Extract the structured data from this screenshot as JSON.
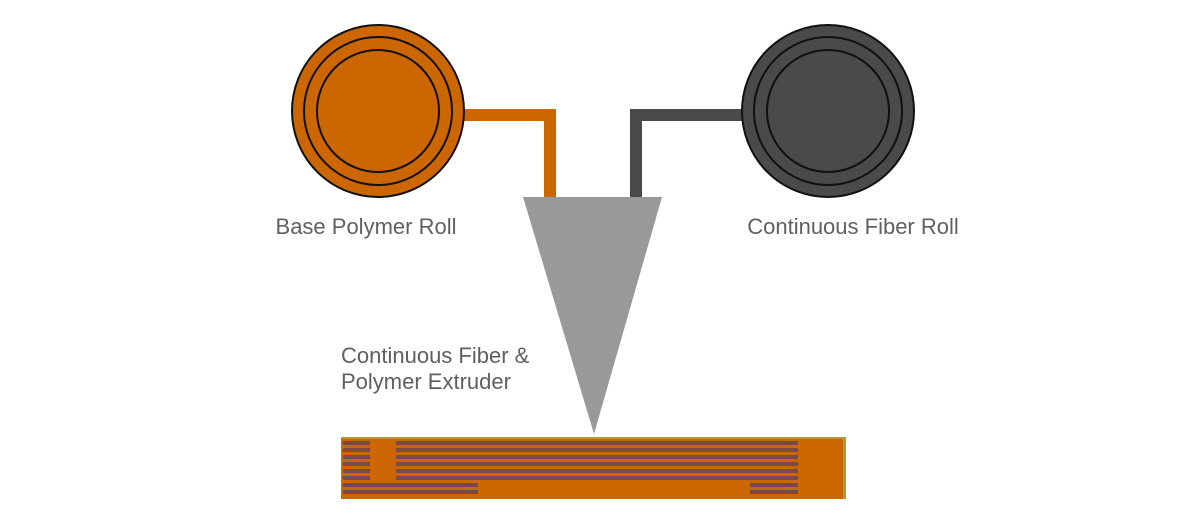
{
  "labels": {
    "base_polymer_roll": "Base Polymer Roll",
    "continuous_fiber_roll": "Continuous Fiber Roll",
    "extruder_line1": "Continuous Fiber &",
    "extruder_line2": "Polymer Extruder"
  },
  "colors": {
    "polymer": "#cc6600",
    "fiber": "#4a4a4a",
    "extruder": "#999999",
    "outline": "#111111",
    "label_text": "#5f6062",
    "fiber_strand": "#7a4a4a",
    "strand_highlight": "#b29a3a"
  }
}
